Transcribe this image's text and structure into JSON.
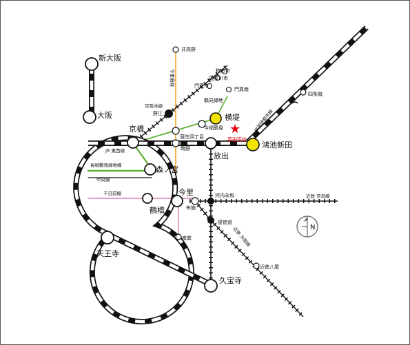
{
  "map": {
    "colors": {
      "jr_rail": "#111111",
      "osaka_metro_imazatosuji": "#f39800",
      "nagahori_tsurumi_ryokuchi": "#5bb030",
      "sennichimae": "#e07ab2",
      "highlight_station": "#f5e400",
      "school_star": "#e60012",
      "school_label": "#e60012"
    },
    "stations": {
      "shin_osaka": "新大阪",
      "osaka": "大阪",
      "kyobashi": "京橋",
      "morinomiya": "森ノ宮",
      "tsuruhashi": "鶴橋",
      "tennoji": "天王寺",
      "imazato": "今里",
      "hanaten": "放出",
      "kounoike_shinden": "鴻池新田",
      "yokozutsumi": "横堤",
      "kyuhoji": "久宝寺",
      "itakano": "井高野",
      "hirakatashi": "枚方市",
      "neyagawashi": "寝屋川市",
      "kadomashi": "門真市",
      "tsurumi_ryokuchi": "鶴見緑地",
      "kadomaminami": "門真南",
      "noe": "野江",
      "imafuku_tsurumi": "今福鶴見",
      "gamo_yonchome": "蒲生四丁目",
      "shigino": "鴫野",
      "fuse": "布施",
      "shunto": "俊徳道",
      "minami_tatsumi": "南巽",
      "kintetsu_yao": "近鉄八尾",
      "shijonawate": "四条畷",
      "kawachi_eiwa": "河内永和"
    },
    "lines": {
      "imazatosuji_line": "今里筋線",
      "keihan_line": "京阪本線",
      "jr_tozai": "JR 東西線",
      "nagahori_line": "長堀鶴見緑地線",
      "chuo_line": "中央線",
      "sennichimae_line": "千日前線",
      "kintetsu_nara": "近鉄 奈良線",
      "kintetsu_osaka": "近鉄 大阪線",
      "jr_gakkentoshi": "JR学研都市線"
    },
    "school": {
      "label": "英田高校",
      "star": "★"
    },
    "compass": {
      "letter": "N"
    }
  }
}
